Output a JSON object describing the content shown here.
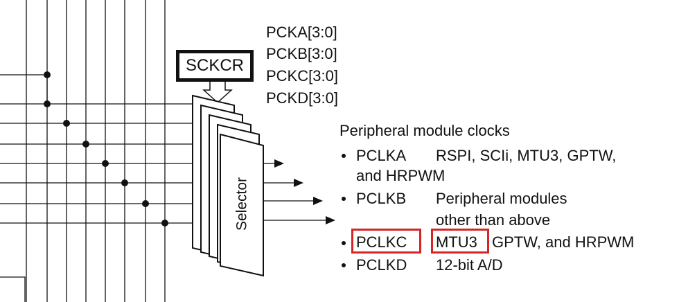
{
  "diagram": {
    "register_label": "SCKCR",
    "register_fields": [
      "PCKA[3:0]",
      "PCKB[3:0]",
      "PCKC[3:0]",
      "PCKD[3:0]"
    ],
    "selector_label": "Selector",
    "clocks_heading": "Peripheral module clocks",
    "clocks": [
      {
        "name": "PCLKA",
        "desc_line1": "RSPI, SCIi, MTU3, GPTW,",
        "desc_line2": "and HRPWM"
      },
      {
        "name": "PCLKB",
        "desc_line1": "Peripheral modules",
        "desc_line2": "other than above"
      },
      {
        "name": "PCLKC",
        "desc_highlight": "MTU3",
        "desc_rest": " GPTW, and HRPWM"
      },
      {
        "name": "PCLKD",
        "desc_line1": "12-bit A/D"
      }
    ],
    "highlight_color": "#d62424"
  }
}
